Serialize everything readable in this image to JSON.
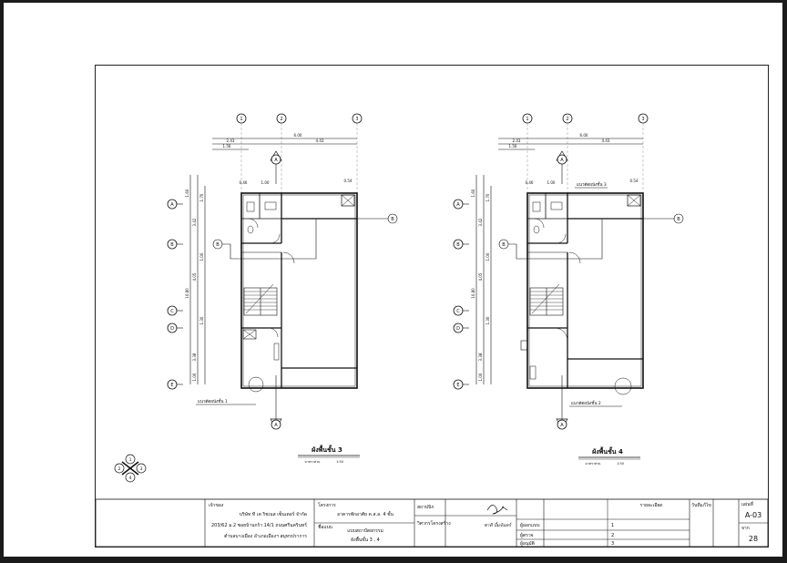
{
  "plans": [
    {
      "title": "ผังพื้นชั้น 3",
      "scale_label": "มาตราส่วน",
      "scale": "1:50",
      "section_label": "แนวตัดผนังชั้น 1",
      "grid_columns": [
        "1",
        "2",
        "3"
      ],
      "grid_rows": [
        "A",
        "B",
        "C",
        "D",
        "E"
      ],
      "dims_top": [
        "6.00",
        "2.43",
        "4.43",
        "1.56"
      ],
      "dims_small": [
        "0.46",
        "1.00",
        "0.54"
      ],
      "dims_left": [
        "1.60",
        "1.70",
        "3.42",
        "1.00",
        "4.05",
        "10.80",
        "3.38",
        "1.30",
        "1.00"
      ],
      "section_markers": [
        "A",
        "B"
      ]
    },
    {
      "title": "ผังพื้นชั้น 4",
      "scale_label": "มาตราส่วน",
      "scale": "1:50",
      "section_label": "แนวตัดผนังชั้น 2",
      "section_label_top": "แนวตัดผนังชั้น 3",
      "grid_columns": [
        "1",
        "2",
        "3"
      ],
      "grid_rows": [
        "A",
        "B",
        "C",
        "D",
        "E"
      ],
      "dims_top": [
        "6.00",
        "2.43",
        "4.43",
        "1.56"
      ],
      "dims_small": [
        "0.46",
        "1.00",
        "0.54"
      ],
      "dims_left": [
        "1.60",
        "1.70",
        "3.42",
        "1.00",
        "4.05",
        "10.80",
        "3.38",
        "1.30",
        "1.00"
      ],
      "section_markers": [
        "A",
        "B"
      ]
    }
  ],
  "compass": {
    "labels": [
      "1",
      "2",
      "3",
      "4"
    ]
  },
  "title_block": {
    "owner_label": "เจ้าของ",
    "owner_lines": [
      "บริษัท ที เค ริชเนส เซ็นเตอร์ จำกัด",
      "203/62 ม.2 ซอยบ้านกร้า 14/1 ถนนศรีนครินทร์",
      "ตำบลบางเมือง อำเภอเมืองฯ สมุทรปราการ"
    ],
    "project_label": "โครงการ",
    "project_value": "อาคารพักอาศัย ค.ส.ล. 4 ชั้น",
    "drawing_label": "ชื่อแบบ",
    "drawing_lines": [
      "แบบสถาปัตยกรรม",
      "ผังพื้นชั้น 3 , 4"
    ],
    "architect_label": "สถาปนิก",
    "engineer_label": "วิศวกรโครงสร้าง",
    "signature": "ชาติ ปั๋มจันทร์",
    "sig_lines": [
      "ผู้ออกแบบ",
      "ผู้ตรวจ",
      "ผู้อนุมัติ"
    ],
    "revision_header": "รายละเอียด",
    "revision_nums": [
      "1",
      "2",
      "3"
    ],
    "date_label": "วันที่แก้ไข",
    "sheet_no_label": "แผ่นที่",
    "sheet_no": "A-03",
    "total_label": "จาก",
    "total": "28"
  }
}
